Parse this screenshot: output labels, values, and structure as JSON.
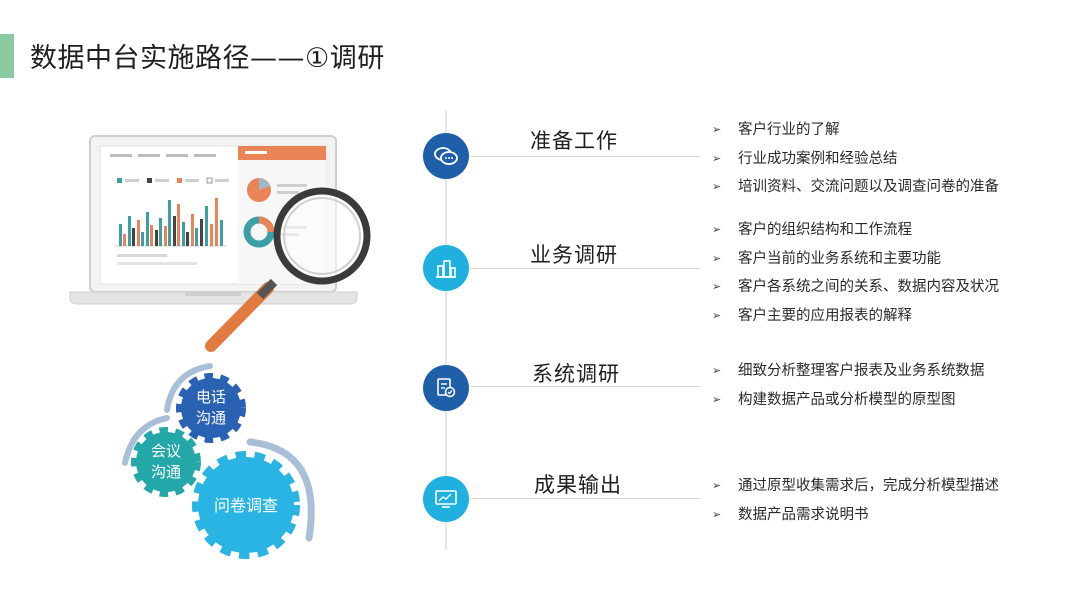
{
  "title": "数据中台实施路径——①调研",
  "colors": {
    "accent_bar": "#8cc9a0",
    "icon_dark_blue": "#1f5fa8",
    "icon_light_blue": "#1fb0e0",
    "gear_blue": "#2a62b3",
    "gear_teal": "#24a7a8",
    "gear_cyan": "#29b4e3",
    "chart_orange": "#e98457",
    "chart_teal": "#3aa0a6"
  },
  "gears": {
    "top": [
      "电话",
      "沟通"
    ],
    "left": [
      "会议",
      "沟通"
    ],
    "bottom": "问卷调查"
  },
  "steps": [
    {
      "title": "准备工作",
      "icon": "chat-bubbles-icon",
      "bullets": [
        "客户行业的了解",
        "行业成功案例和经验总结",
        "培训资料、交流问题以及调查问卷的准备"
      ]
    },
    {
      "title": "业务调研",
      "icon": "buildings-icon",
      "bullets": [
        "客户的组织结构和工作流程",
        "客户当前的业务系统和主要功能",
        "客户各系统之间的关系、数据内容及状况",
        "客户主要的应用报表的解释"
      ]
    },
    {
      "title": "系统调研",
      "icon": "document-check-icon",
      "bullets": [
        "细致分析整理客户报表及业务系统数据",
        "构建数据产品或分析模型的原型图"
      ]
    },
    {
      "title": "成果输出",
      "icon": "chart-screen-icon",
      "bullets": [
        "通过原型收集需求后，完成分析模型描述",
        "数据产品需求说明书"
      ]
    }
  ],
  "bullet_marker": "➢"
}
